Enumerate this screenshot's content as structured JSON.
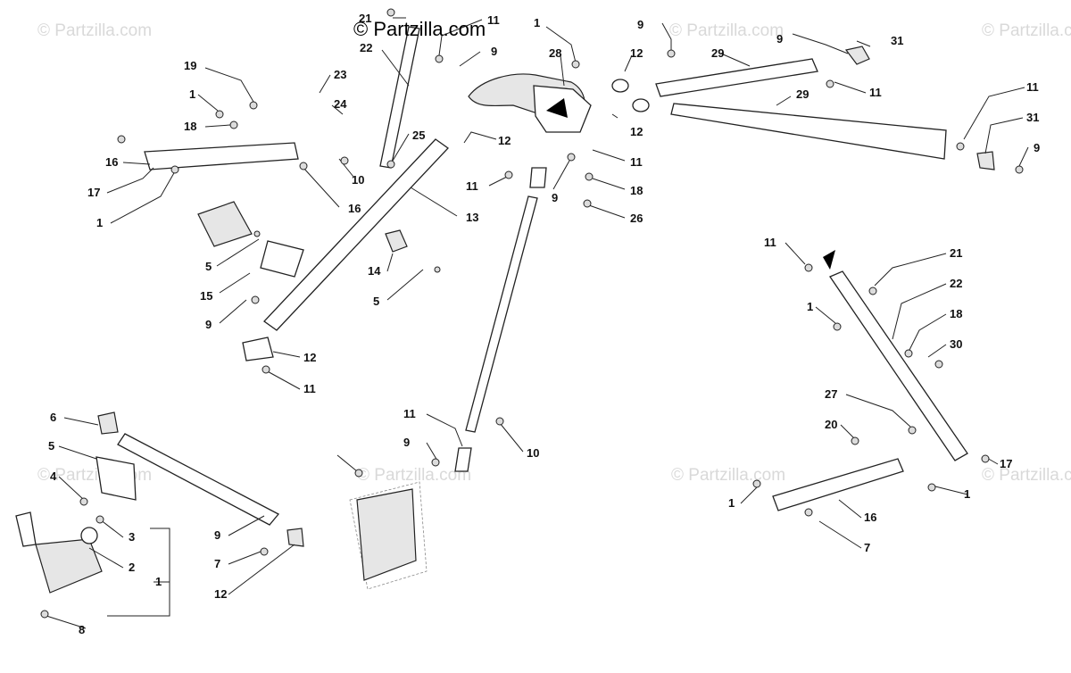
{
  "watermark": {
    "top": "© Partzilla.com",
    "repeat": "© Partzilla.com"
  },
  "callouts": [
    {
      "id": "c-21-top",
      "text": "21"
    },
    {
      "id": "c-11-top",
      "text": "11"
    },
    {
      "id": "c-1-top",
      "text": "1"
    },
    {
      "id": "c-9-top-a",
      "text": "9"
    },
    {
      "id": "c-9-top-b",
      "text": "9"
    },
    {
      "id": "c-31-top",
      "text": "31"
    },
    {
      "id": "c-22-top",
      "text": "22"
    },
    {
      "id": "c-9-mid",
      "text": "9"
    },
    {
      "id": "c-28",
      "text": "28"
    },
    {
      "id": "c-12-a",
      "text": "12"
    },
    {
      "id": "c-29-a",
      "text": "29"
    },
    {
      "id": "c-29-b",
      "text": "29"
    },
    {
      "id": "c-11-b",
      "text": "11"
    },
    {
      "id": "c-11-c",
      "text": "11"
    },
    {
      "id": "c-31-b",
      "text": "31"
    },
    {
      "id": "c-9-right",
      "text": "9"
    },
    {
      "id": "c-19",
      "text": "19"
    },
    {
      "id": "c-23",
      "text": "23"
    },
    {
      "id": "c-24",
      "text": "24"
    },
    {
      "id": "c-1-left",
      "text": "1"
    },
    {
      "id": "c-18-left",
      "text": "18"
    },
    {
      "id": "c-25",
      "text": "25"
    },
    {
      "id": "c-12-b",
      "text": "12"
    },
    {
      "id": "c-12-c",
      "text": "12"
    },
    {
      "id": "c-11-d",
      "text": "11"
    },
    {
      "id": "c-16-a",
      "text": "16"
    },
    {
      "id": "c-10-a",
      "text": "10"
    },
    {
      "id": "c-17-a",
      "text": "17"
    },
    {
      "id": "c-16-b",
      "text": "16"
    },
    {
      "id": "c-1-b",
      "text": "1"
    },
    {
      "id": "c-11-e",
      "text": "11"
    },
    {
      "id": "c-9-f",
      "text": "9"
    },
    {
      "id": "c-18-mid",
      "text": "18"
    },
    {
      "id": "c-26",
      "text": "26"
    },
    {
      "id": "c-13",
      "text": "13"
    },
    {
      "id": "c-5-a",
      "text": "5"
    },
    {
      "id": "c-14",
      "text": "14"
    },
    {
      "id": "c-5-b",
      "text": "5"
    },
    {
      "id": "c-15",
      "text": "15"
    },
    {
      "id": "c-9-g",
      "text": "9"
    },
    {
      "id": "c-12-d",
      "text": "12"
    },
    {
      "id": "c-11-f",
      "text": "11"
    },
    {
      "id": "c-11-right",
      "text": "11"
    },
    {
      "id": "c-21-right",
      "text": "21"
    },
    {
      "id": "c-22-right",
      "text": "22"
    },
    {
      "id": "c-1-right",
      "text": "1"
    },
    {
      "id": "c-18-right",
      "text": "18"
    },
    {
      "id": "c-30",
      "text": "30"
    },
    {
      "id": "c-27",
      "text": "27"
    },
    {
      "id": "c-20",
      "text": "20"
    },
    {
      "id": "c-1-r2",
      "text": "1"
    },
    {
      "id": "c-1-r3",
      "text": "1"
    },
    {
      "id": "c-17-b",
      "text": "17"
    },
    {
      "id": "c-16-c",
      "text": "16"
    },
    {
      "id": "c-7-a",
      "text": "7"
    },
    {
      "id": "c-6",
      "text": "6"
    },
    {
      "id": "c-5-c",
      "text": "5"
    },
    {
      "id": "c-4",
      "text": "4"
    },
    {
      "id": "c-3",
      "text": "3"
    },
    {
      "id": "c-2",
      "text": "2"
    },
    {
      "id": "c-1-bottom",
      "text": "1"
    },
    {
      "id": "c-8",
      "text": "8"
    },
    {
      "id": "c-9-h",
      "text": "9"
    },
    {
      "id": "c-7-b",
      "text": "7"
    },
    {
      "id": "c-12-e",
      "text": "12"
    },
    {
      "id": "c-11-g",
      "text": "11"
    },
    {
      "id": "c-9-i",
      "text": "9"
    },
    {
      "id": "c-10-b",
      "text": "10"
    }
  ]
}
